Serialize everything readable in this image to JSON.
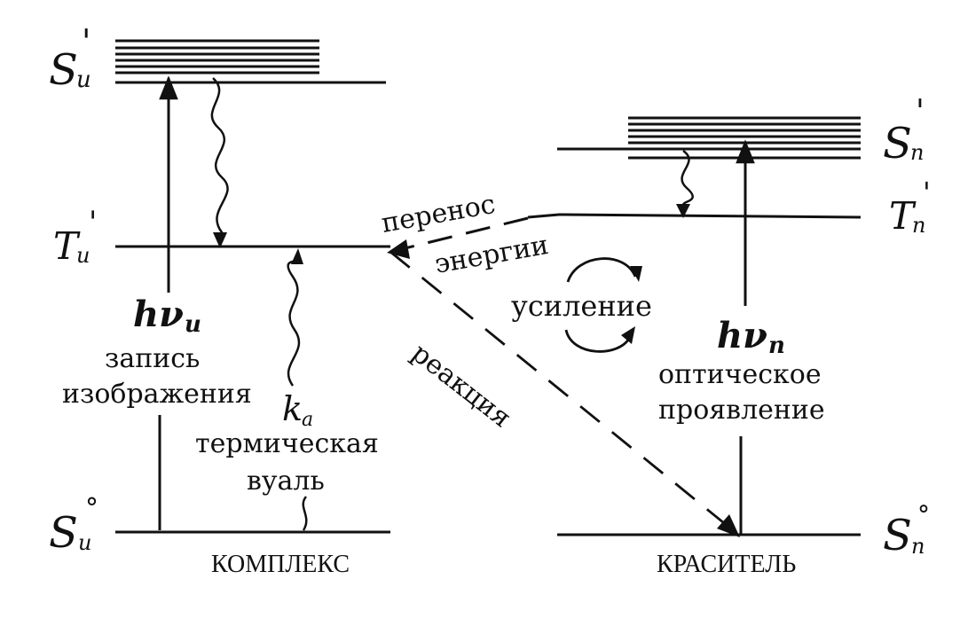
{
  "levels": {
    "s1_left": "S",
    "s1_left_sub": "и",
    "s1_left_sup": "'",
    "t1_left": "T",
    "t1_left_sub": "и",
    "t1_left_sup": "'",
    "s0_left": "S",
    "s0_left_sub": "и",
    "s0_left_sup": "°",
    "s1_right": "S",
    "s1_right_sub": "п",
    "s1_right_sup": "'",
    "t1_right": "T",
    "t1_right_sub": "п",
    "t1_right_sup": "'",
    "s0_right": "S",
    "s0_right_sub": "п",
    "s0_right_sup": "°"
  },
  "labels": {
    "hv_left": "hν",
    "hv_left_sub": "и",
    "record_line1": "запись",
    "record_line2": "изображения",
    "kd": "k",
    "kd_sub": "а",
    "fog_line1": "термическая",
    "fog_line2": "вуаль",
    "complex": "КОМПЛЕКС",
    "transfer_line1": "перенос",
    "transfer_line2": "энергии",
    "amplification": "усиление",
    "reaction": "реакция",
    "hv_right": "hν",
    "hv_right_sub": "п",
    "dev_line1": "оптическое",
    "dev_line2": "проявление",
    "dye": "КРАСИТЕЛЬ"
  },
  "colors": {
    "ink": "#111111",
    "background": "#ffffff"
  }
}
